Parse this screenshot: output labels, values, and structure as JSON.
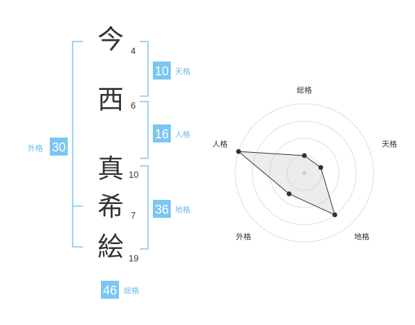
{
  "name": {
    "characters": [
      {
        "char": "今",
        "strokes": "4"
      },
      {
        "char": "西",
        "strokes": "6"
      },
      {
        "char": "真",
        "strokes": "10"
      },
      {
        "char": "希",
        "strokes": "7"
      },
      {
        "char": "絵",
        "strokes": "19"
      }
    ]
  },
  "fortunes": {
    "tenkaku": {
      "value": "10",
      "label": "天格"
    },
    "jinkaku": {
      "value": "16",
      "label": "人格"
    },
    "chikaku": {
      "value": "36",
      "label": "地格"
    },
    "gaikaku": {
      "value": "30",
      "label": "外格"
    },
    "soukaku": {
      "value": "46",
      "label": "総格"
    }
  },
  "radar": {
    "axes": [
      "総格",
      "天格",
      "地格",
      "外格",
      "人格"
    ],
    "max": 4,
    "values": [
      1,
      1,
      3,
      1.5,
      4
    ],
    "colors": {
      "ring": "#dddddd",
      "polygon_fill": "#e6e6e6",
      "polygon_stroke": "#333333",
      "point": "#333333"
    }
  },
  "colors": {
    "accent": "#7bc6f2",
    "label": "#6cb9e8",
    "text": "#333333"
  }
}
